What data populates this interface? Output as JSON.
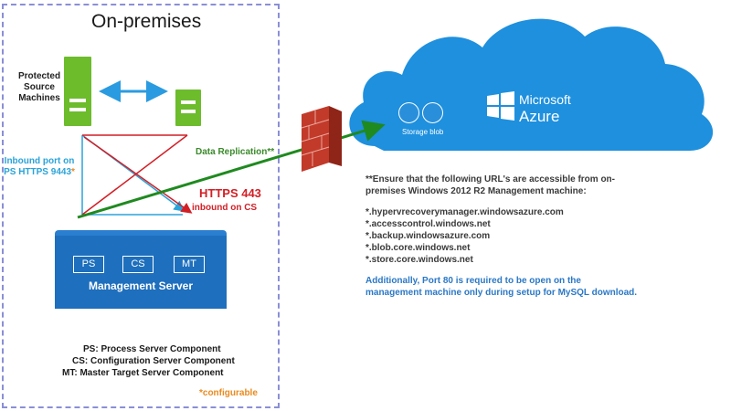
{
  "onprem": {
    "title": "On-premises",
    "protected_label": "Protected Source Machines",
    "inbound_ps": "Inbound port on PS HTTPS 9443",
    "inbound_ps_star": "*",
    "data_replication": "Data Replication**",
    "https_443": "HTTPS 443",
    "inbound_cs": "inbound on CS",
    "management_server": {
      "components": [
        "PS",
        "CS",
        "MT"
      ],
      "label": "Management Server"
    },
    "legend": [
      "PS: Process Server Component",
      "CS: Configuration Server Component",
      "MT: Master Target Server Component"
    ],
    "configurable": "*configurable"
  },
  "azure": {
    "brand_line1": "Microsoft",
    "brand_line2": "Azure",
    "storage_label": "Storage blob"
  },
  "notes": {
    "main": "**Ensure that the following URL's are accessible from on-premises Windows 2012 R2 Management machine:",
    "urls": [
      "*.hypervrecoverymanager.windowsazure.com",
      "*.accesscontrol.windows.net",
      "*.backup.windowsazure.com",
      "*.blob.core.windows.net",
      "*.store.core.windows.net"
    ],
    "port_note": "Additionally, Port 80 is required to be open on the management machine only during setup for MySQL download."
  },
  "colors": {
    "server_green": "#6cbc2c",
    "azure_cloud": "#1e90de",
    "management_blue": "#1e6fbd",
    "replication_arrow": "#1f8a1f",
    "https_red": "#d21f26",
    "inbound_cyan": "#2aa3d9",
    "firewall": "#c23a2a"
  }
}
